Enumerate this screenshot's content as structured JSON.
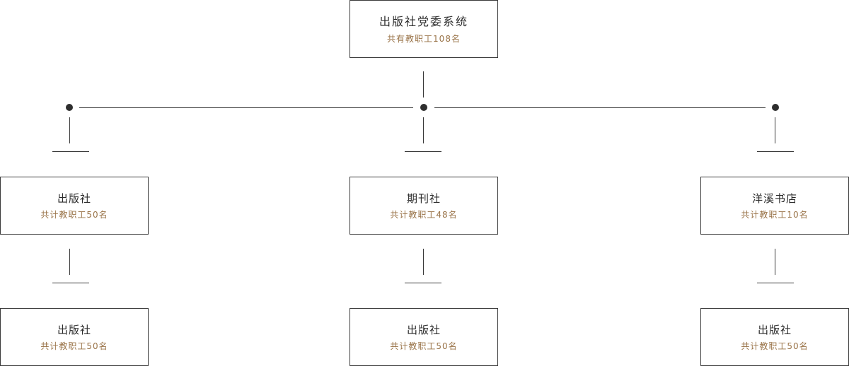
{
  "root": {
    "title": "出版社党委系统",
    "subtitle": "共有教职工108名"
  },
  "branches": [
    {
      "title": "出版社",
      "subtitle": "共计教职工50名",
      "child": {
        "title": "出版社",
        "subtitle": "共计教职工50名"
      }
    },
    {
      "title": "期刊社",
      "subtitle": "共计教职工48名",
      "child": {
        "title": "出版社",
        "subtitle": "共计教职工50名"
      }
    },
    {
      "title": "洋溪书店",
      "subtitle": "共计教职工10名",
      "child": {
        "title": "出版社",
        "subtitle": "共计教职工50名"
      }
    }
  ],
  "colors": {
    "border": "#3a3a3a",
    "title_text": "#2b2b2b",
    "subtitle_text": "#9a7449",
    "dot": "#2e2e2e"
  }
}
